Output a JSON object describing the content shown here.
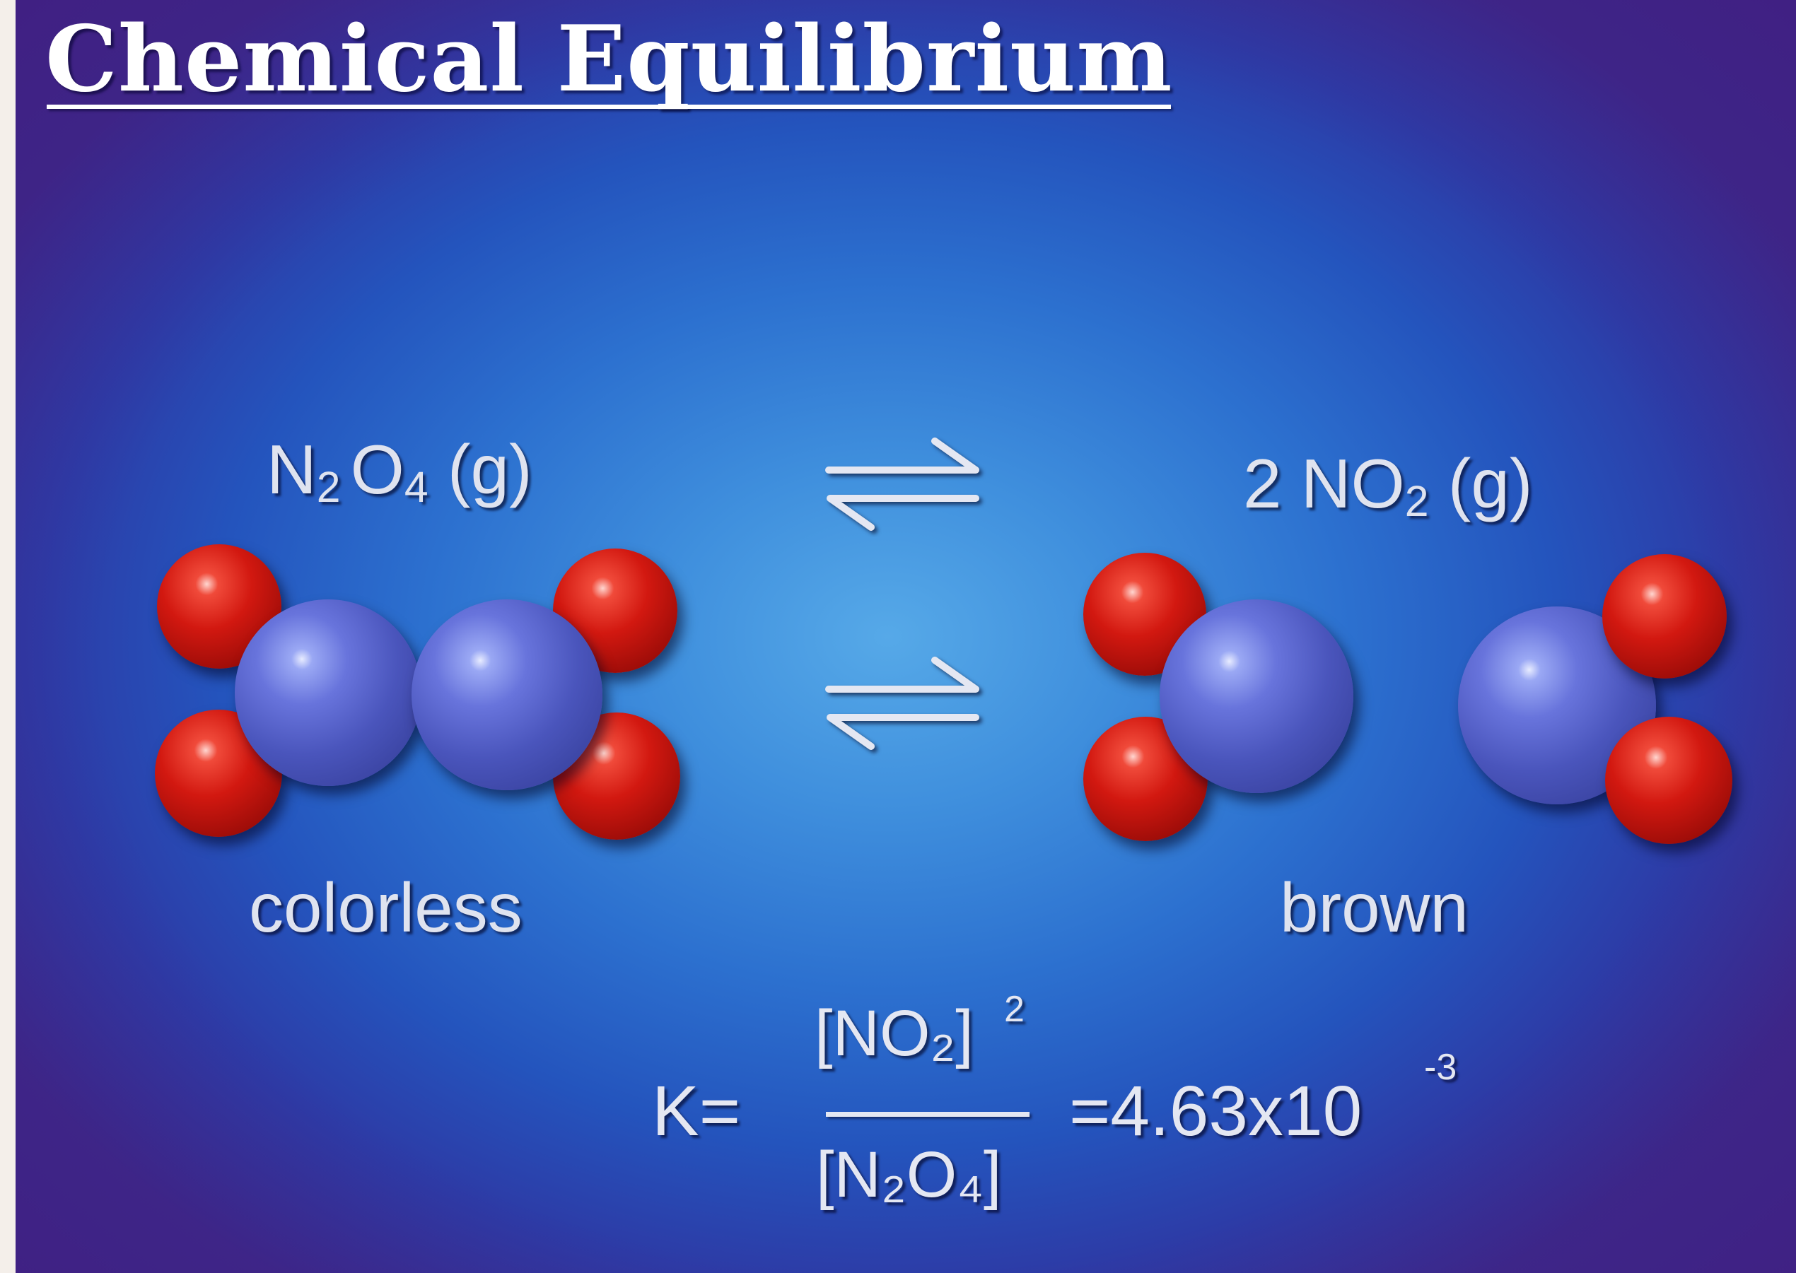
{
  "title": "Chemical Equilibrium",
  "reactant": {
    "formula_main": "N",
    "formula_sub1": "2",
    "formula_mid": "O",
    "formula_sub2": "4",
    "formula_state": " (g)",
    "label": "colorless"
  },
  "product": {
    "coefficient": "2 NO",
    "formula_sub": "2",
    "formula_state": " (g)",
    "label": "brown"
  },
  "equation": {
    "k_label": "K=",
    "numerator": "[NO₂]",
    "numerator_exp": "2",
    "denominator": "[N₂O₄]",
    "result": "=4.63x10",
    "result_exp": "-3"
  },
  "colors": {
    "nitrogen": "#5560cc",
    "oxygen": "#d2160e",
    "background": "#2c70cf"
  }
}
